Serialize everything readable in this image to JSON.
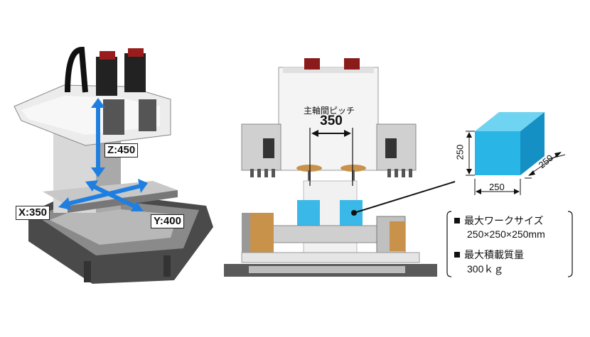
{
  "left_machine": {
    "axis_z": "Z:450",
    "axis_x": "X:350",
    "axis_y": "Y:400"
  },
  "center_machine": {
    "spindle_pitch_label": "主軸間ピッチ",
    "spindle_pitch_value": "350"
  },
  "workpiece": {
    "dim_height": "250",
    "dim_width": "250",
    "dim_depth": "250"
  },
  "specs": {
    "max_work_size_label": "最大ワークサイズ",
    "max_work_size_value": "250×250×250mm",
    "max_load_label": "最大積載質量",
    "max_load_value": "300ｋｇ"
  },
  "colors": {
    "arrow_blue": "#1f7fe0",
    "cube_front": "#29b6e6",
    "cube_top": "#6fd3f2",
    "cube_side": "#1590c4",
    "table_blocks": "#3ab8e8",
    "brass": "#c8924a"
  }
}
